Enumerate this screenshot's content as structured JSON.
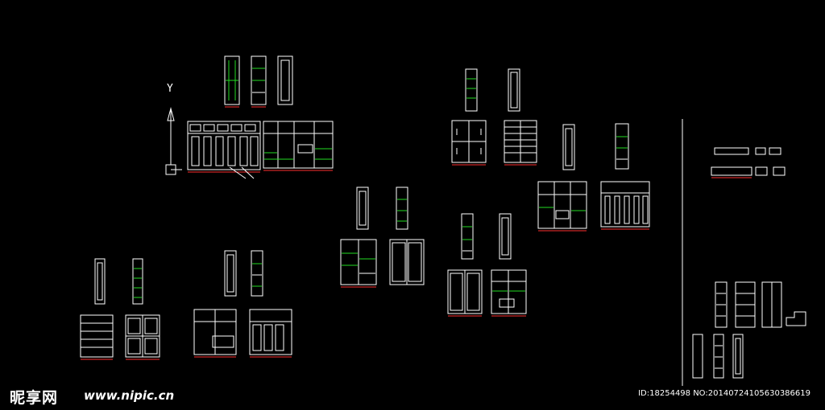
{
  "axis": {
    "y_label": "Y"
  },
  "colors": {
    "background": "#000000",
    "line": "#ffffff",
    "green": "#22dd22",
    "red": "#ff3030"
  },
  "watermark": {
    "logo": "昵享网",
    "url": "www.nipic.cn",
    "id": "ID:18254498 NO:20140724105630386619"
  }
}
